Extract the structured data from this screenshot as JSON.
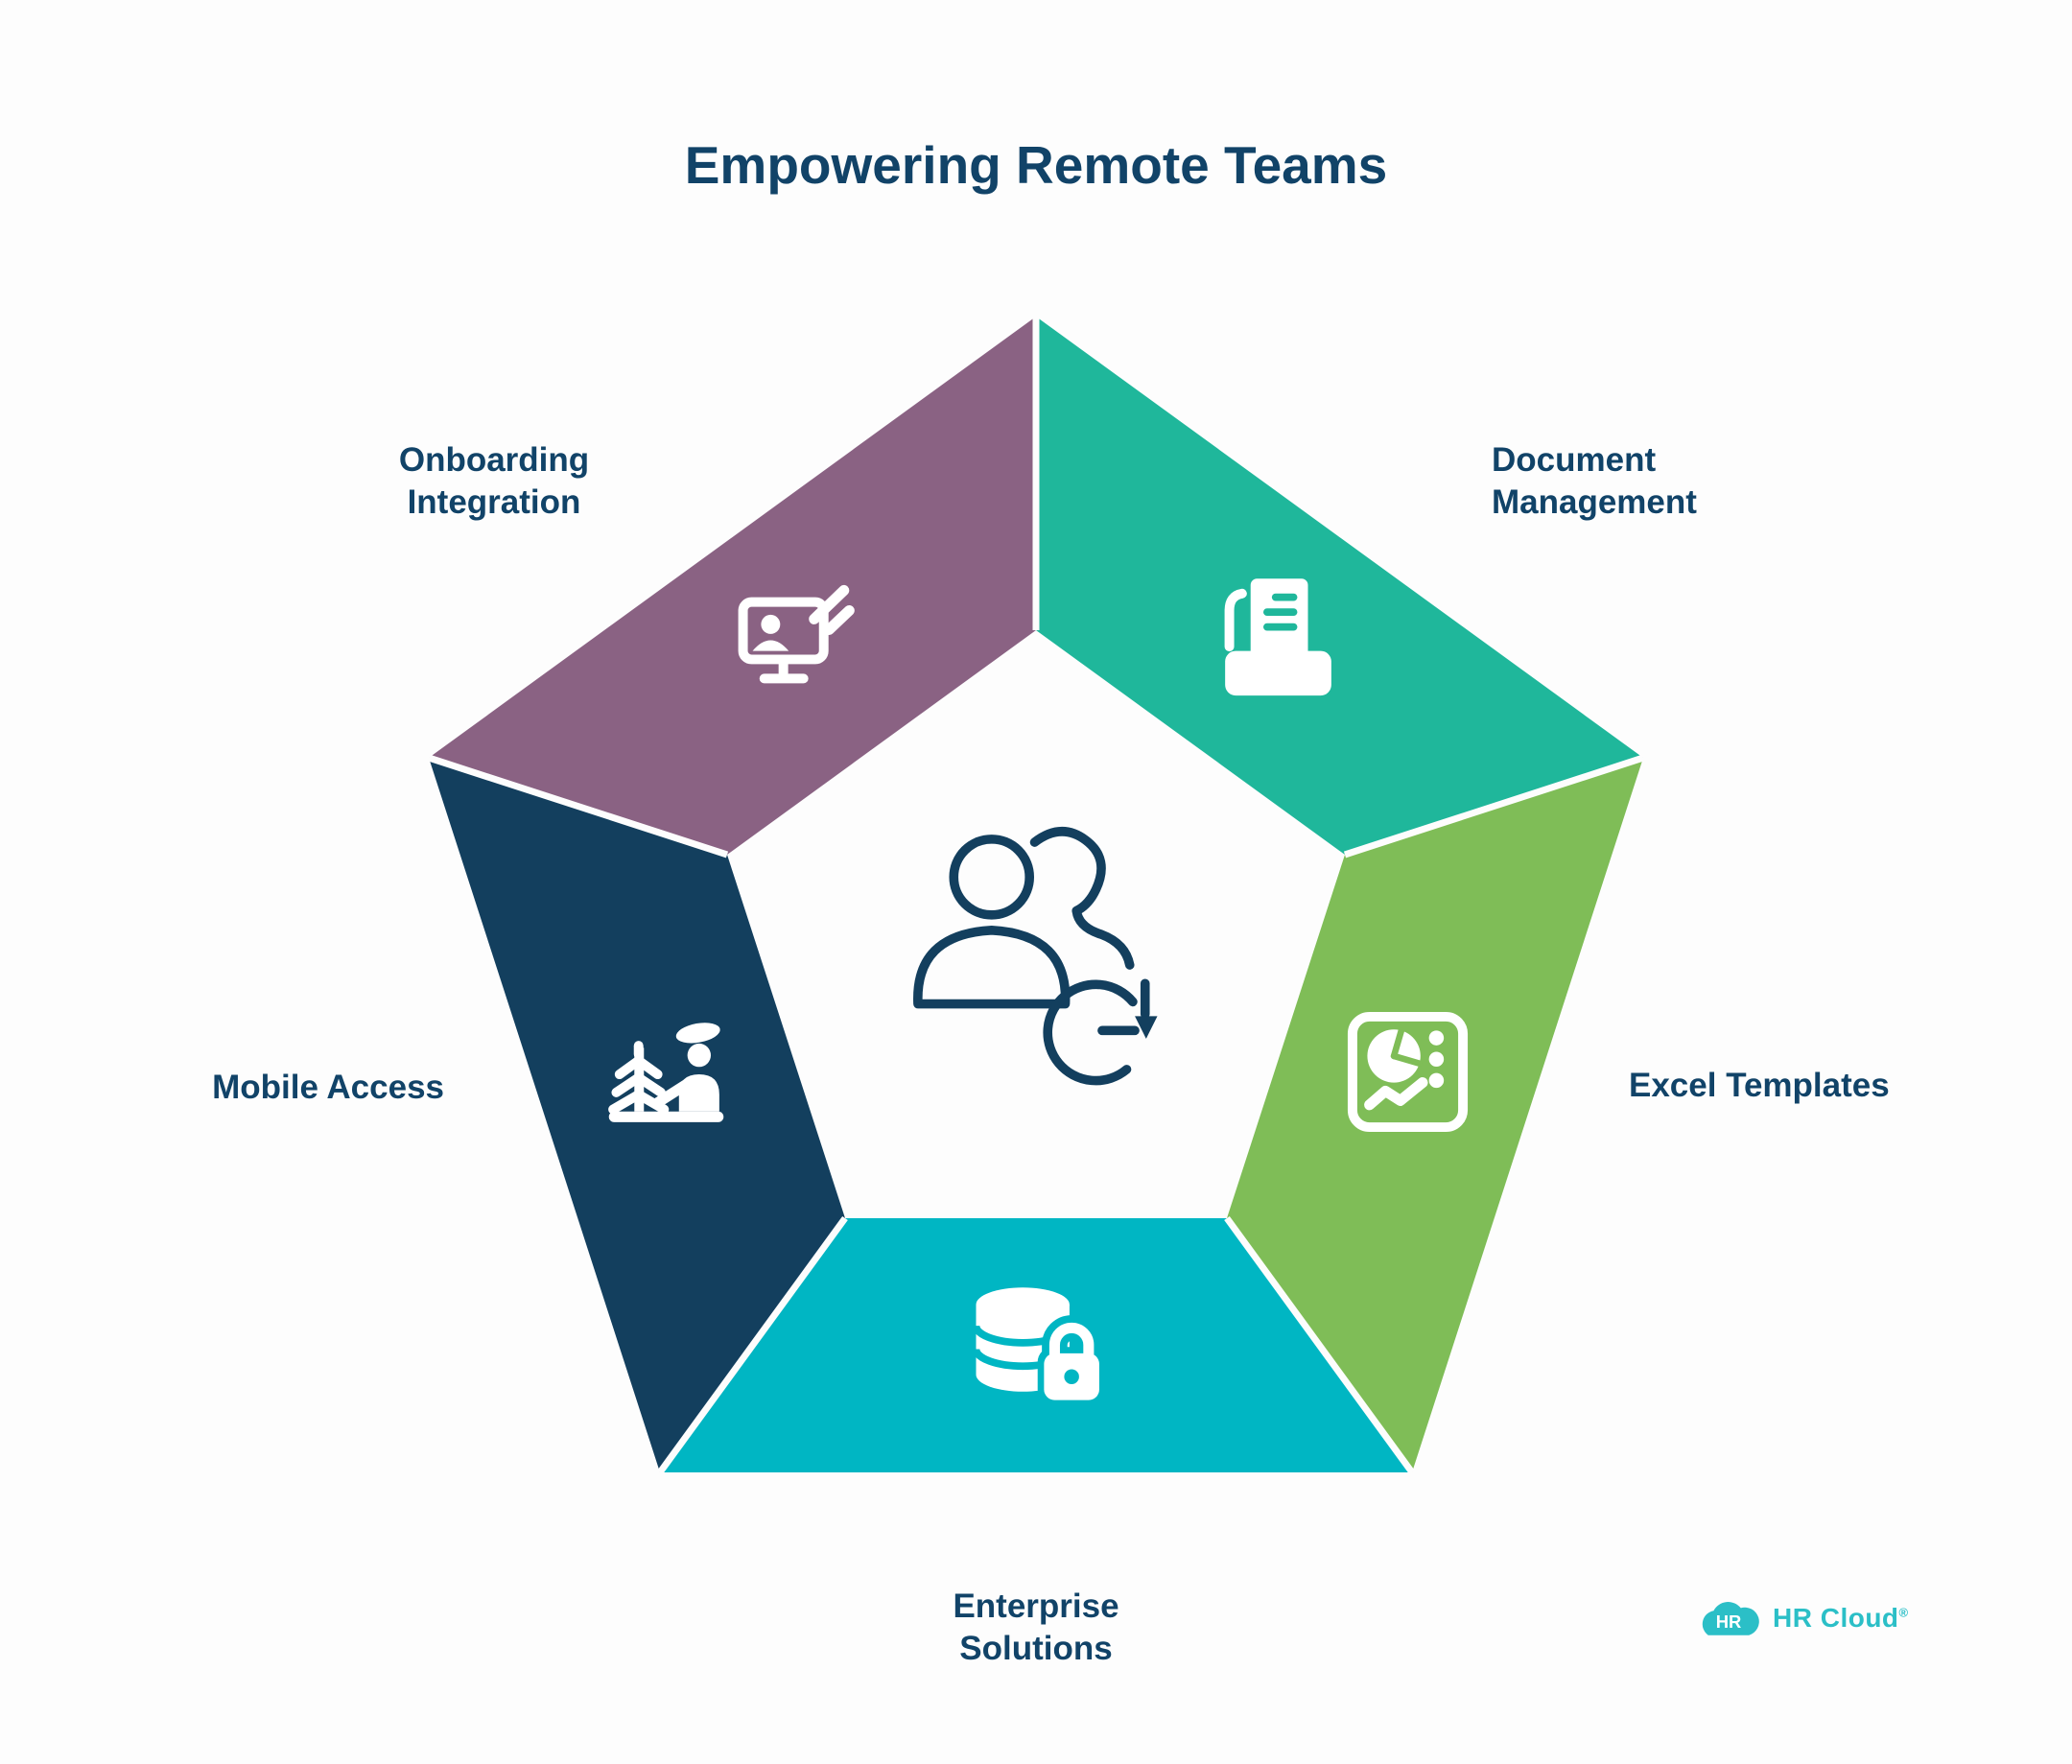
{
  "title": "Empowering Remote Teams",
  "colors": {
    "background": "#FDFDFD",
    "text": "#114368",
    "divider": "#FDFDFD",
    "brand": "#2BBFC7",
    "center_icon": "#133F5E"
  },
  "segments": [
    {
      "id": "onboarding-integration",
      "label": "Onboarding Integration",
      "color": "#8A6283",
      "icon": "monitor-profile-hand-icon",
      "position": "top-left"
    },
    {
      "id": "document-management",
      "label": "Document Management",
      "color": "#1FB79B",
      "icon": "document-tray-icon",
      "position": "top-right"
    },
    {
      "id": "excel-templates",
      "label": "Excel Templates",
      "color": "#7FBD57",
      "icon": "dashboard-charts-icon",
      "position": "right"
    },
    {
      "id": "enterprise-solutions",
      "label": "Enterprise Solutions",
      "color": "#00B6C3",
      "icon": "secure-database-icon",
      "position": "bottom"
    },
    {
      "id": "mobile-access",
      "label": "Mobile Access",
      "color": "#133F5E",
      "icon": "person-outdoors-icon",
      "position": "left"
    }
  ],
  "center": {
    "icon": "team-sync-icon"
  },
  "logo": {
    "badge_text": "HR",
    "brand_text": "HR Cloud",
    "registered_mark": "®"
  }
}
